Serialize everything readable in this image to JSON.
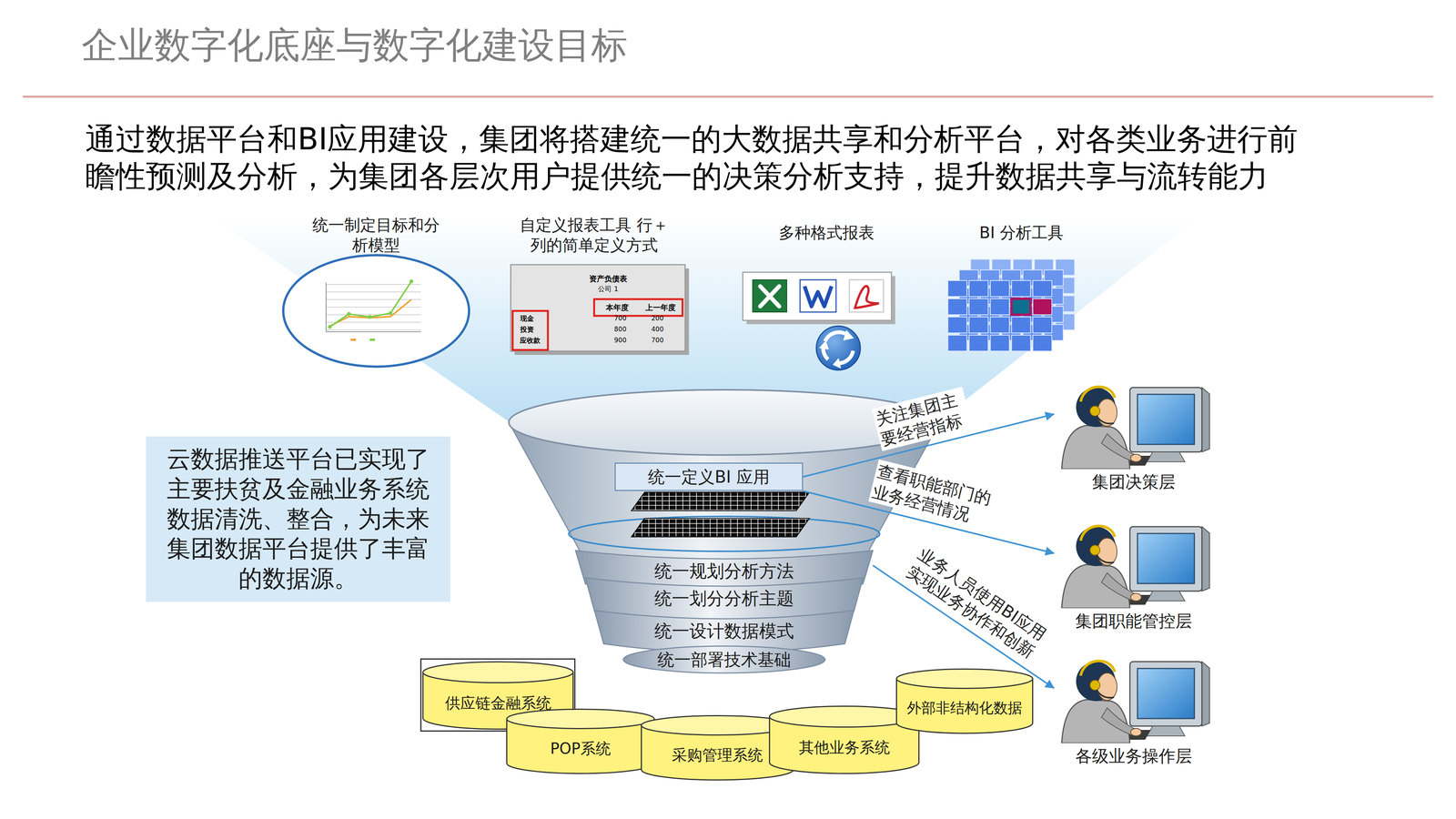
{
  "diagram": {
    "title": "企业数字化底座与数字化建设目标",
    "nodes": [
      {
        "text": [
          "统一制定目标和分析模型"
        ]
      },
      {
        "text": [
          "自定义报表工具 行＋列的简单定义方式"
        ]
      },
      {
        "text": [
          "多种格式报表"
        ]
      },
      {
        "text": [
          "BI 分析工具"
        ]
      },
      {
        "text": [
          "云数据推送平台已实现了主要扶贫及金融业务系统数据清洗、整合，为未来集团数据平台提供了丰富的数据源。"
        ]
      },
      {
        "text": [
          "统一定义BI 应用"
        ]
      },
      {
        "text": [
          "统一规划分析方法"
        ]
      },
      {
        "text": [
          "统一划分分析主题"
        ]
      },
      {
        "text": [
          "统一设计数据模式"
        ]
      },
      {
        "text": [
          "统一部署技术基础"
        ]
      },
      {
        "text": [
          "供应链金融系统"
        ]
      },
      {
        "text": [
          "POP系统"
        ]
      },
      {
        "text": [
          "采购管理系统"
        ]
      },
      {
        "text": [
          "其他业务系统"
        ]
      },
      {
        "text": [
          "外部非结构化数据"
        ]
      },
      {
        "text": [
          "集团决策层"
        ]
      },
      {
        "text": [
          "集团职能管控层"
        ]
      },
      {
        "text": [
          "各级业务操作层"
        ]
      }
    ],
    "edges": [
      {
        "from": 5,
        "to": 15,
        "label": "关注集团主要经营指标",
        "arrow": "to"
      },
      {
        "from": 5,
        "to": 16,
        "label": "查看职能部门的业务经营情况",
        "arrow": "to"
      },
      {
        "from": 6,
        "to": 17,
        "label": "业务人员使用BI应用实现业务协作和创新",
        "arrow": "to"
      }
    ],
    "labels": [
      "通过数据平台和BI应用建设，集团将搭建统一的大数据共享和分析平台，对各类业务进行前瞻性预测及分析，为集团各层次用户提供统一的决策分析支持，提升数据共享与流转能力",
      "资产负债表",
      "公司 1",
      "本年度",
      "上一年度",
      "现金",
      "投资",
      "应收款",
      "700",
      "200",
      "800",
      "400",
      "900",
      "700"
    ]
  }
}
